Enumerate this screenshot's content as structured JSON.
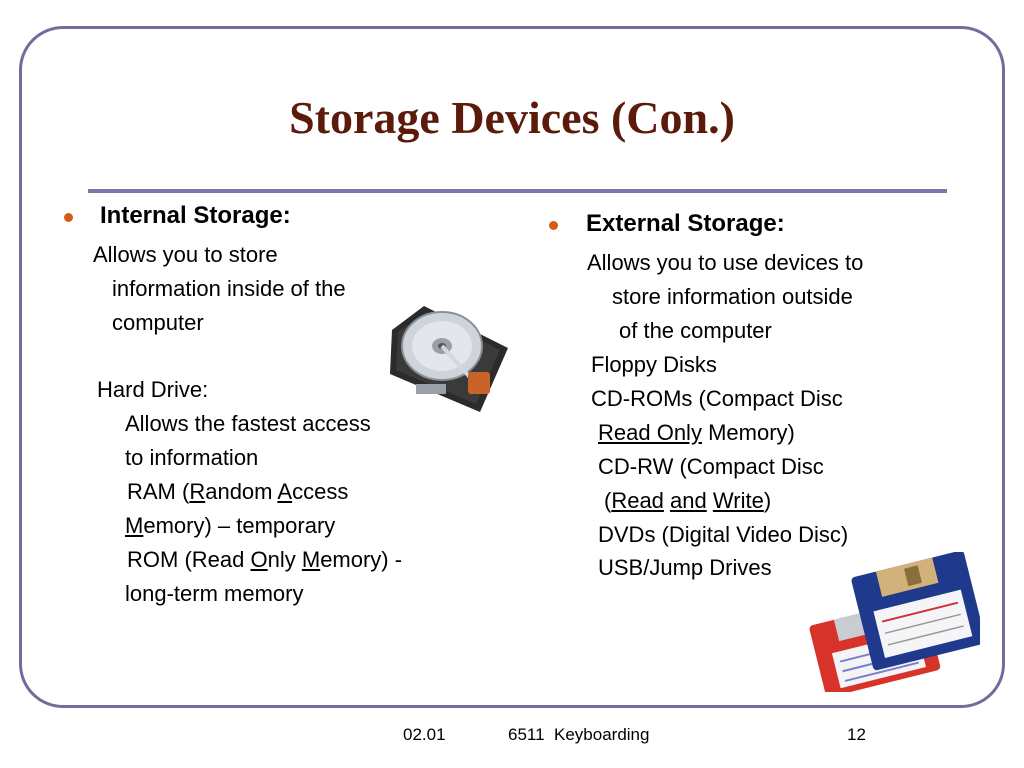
{
  "slide": {
    "title": "Storage Devices (Con.)",
    "accent_color": "#d85a18",
    "title_color": "#5c1a0a"
  },
  "internal": {
    "heading": "Internal Storage:",
    "desc": [
      "Allows you to store",
      "information inside of the",
      "computer"
    ],
    "hard_drive_label": "Hard Drive:",
    "hard_drive_desc": [
      "Allows the fastest access",
      "to information"
    ],
    "ram": {
      "a": "RAM (",
      "r": "R",
      "b": "andom ",
      "ac": "A",
      "c": "ccess",
      "m": "M",
      "d": "emory) – temporary"
    },
    "rom": {
      "a": "ROM (Read ",
      "o": "O",
      "b": "nly ",
      "m": "M",
      "c": "emory) -",
      "d": "long-term memory"
    }
  },
  "external": {
    "heading": "External Storage:",
    "desc": [
      "Allows you to use devices to",
      "store information outside",
      "of the computer"
    ],
    "floppy": "Floppy Disks",
    "cdrom": {
      "a": "CD-ROMs (Compact Disc",
      "ro": "Read Only",
      "b": " Memory)"
    },
    "cdrw": {
      "a": "CD-RW (Compact Disc",
      "p1": "(",
      "read": "Read",
      "sp1": " ",
      "and": "and",
      "sp2": " ",
      "write": "Write",
      "p2": ")"
    },
    "dvd": "DVDs (Digital Video Disc)",
    "usb": "USB/Jump Drives"
  },
  "footer": {
    "date": "02.01",
    "course": "6511  Keyboarding",
    "page": "12"
  },
  "images": {
    "hard_drive": "hard-drive-illustration",
    "floppy": "floppy-disks-illustration"
  }
}
